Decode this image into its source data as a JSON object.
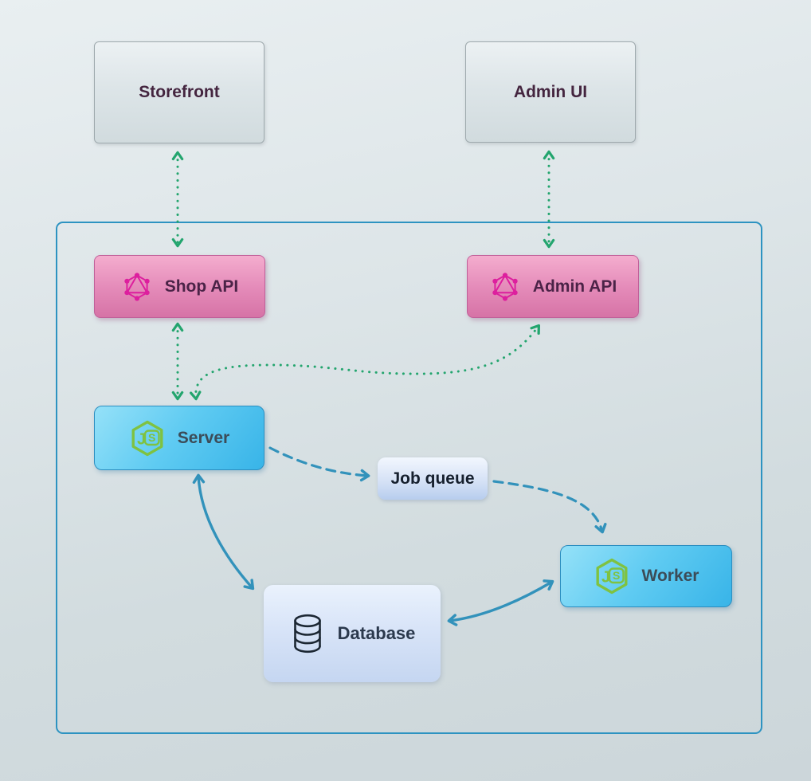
{
  "diagram": {
    "nodes": {
      "storefront": {
        "label": "Storefront"
      },
      "admin_ui": {
        "label": "Admin UI"
      },
      "shop_api": {
        "label": "Shop API",
        "icon": "graphql-icon"
      },
      "admin_api": {
        "label": "Admin API",
        "icon": "graphql-icon"
      },
      "server": {
        "label": "Server",
        "icon": "nodejs-icon"
      },
      "job_queue": {
        "label": "Job queue"
      },
      "worker": {
        "label": "Worker",
        "icon": "nodejs-icon"
      },
      "database": {
        "label": "Database",
        "icon": "database-icon"
      }
    },
    "edges": [
      {
        "from": "Storefront",
        "to": "Shop API",
        "style": "dotted",
        "color": "green",
        "direction": "bidirectional"
      },
      {
        "from": "Admin UI",
        "to": "Admin API",
        "style": "dotted",
        "color": "green",
        "direction": "bidirectional"
      },
      {
        "from": "Shop API",
        "to": "Server",
        "style": "dotted",
        "color": "green",
        "direction": "bidirectional"
      },
      {
        "from": "Server",
        "to": "Admin API",
        "style": "dotted",
        "color": "green",
        "direction": "bidirectional"
      },
      {
        "from": "Server",
        "to": "Job queue",
        "style": "dashed",
        "color": "blue",
        "direction": "forward"
      },
      {
        "from": "Job queue",
        "to": "Worker",
        "style": "dashed",
        "color": "blue",
        "direction": "forward"
      },
      {
        "from": "Server",
        "to": "Database",
        "style": "solid",
        "color": "blue",
        "direction": "bidirectional"
      },
      {
        "from": "Database",
        "to": "Worker",
        "style": "solid",
        "color": "blue",
        "direction": "bidirectional"
      }
    ],
    "colors": {
      "green_arrow": "#23a56e",
      "blue_arrow": "#3292bb",
      "container_border": "#2d93c1",
      "client_box_fill": "#dde5e8",
      "api_box_fill": "#e58cba",
      "node_box_fill": "#5fcbf2",
      "queue_box_fill": "#d3e0f5",
      "database_box_fill": "#d8e4f8",
      "graphql_pink": "#dd1f9e",
      "nodejs_green": "#7fc241",
      "database_icon_ink": "#1c2733"
    }
  }
}
